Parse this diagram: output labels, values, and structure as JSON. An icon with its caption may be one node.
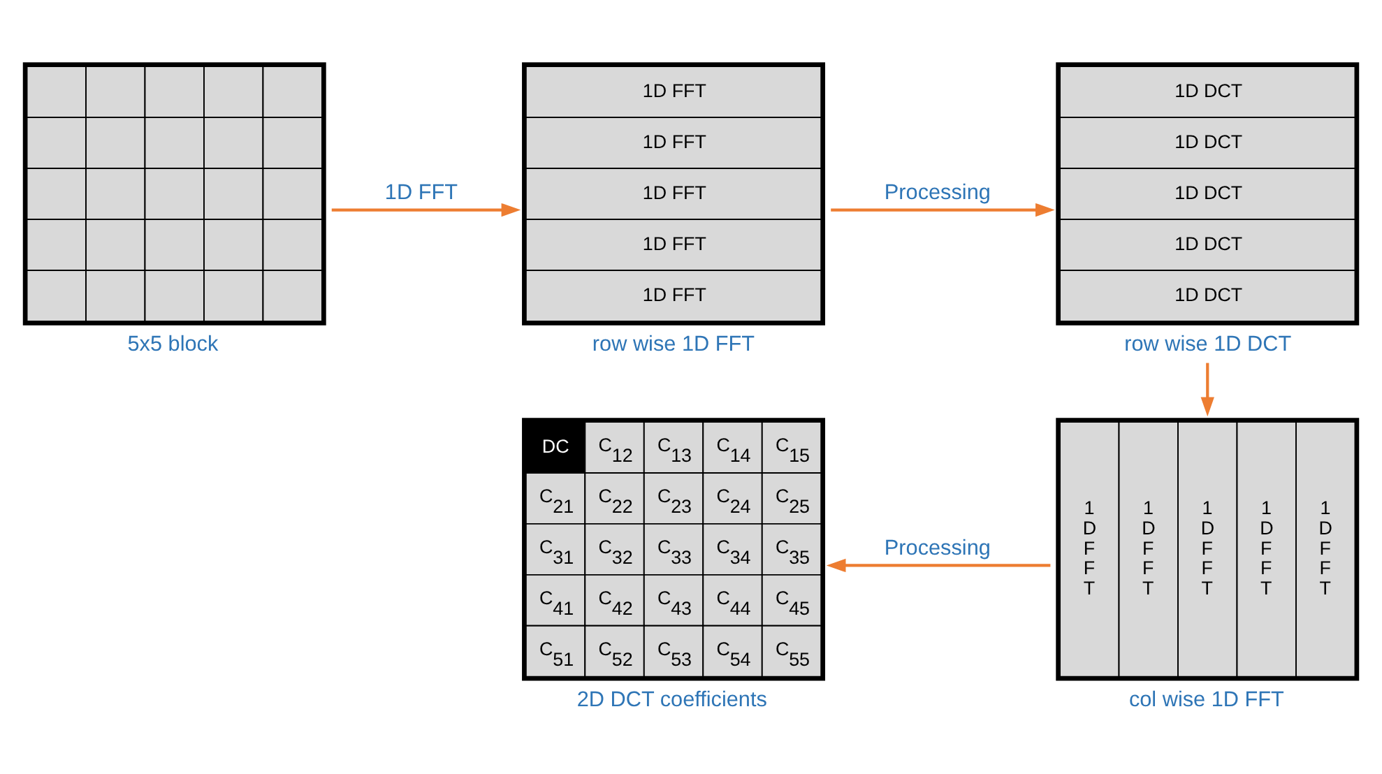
{
  "diagram": {
    "nodes": [
      {
        "text": [],
        "shape": "grid",
        "beside": [
          "5x5 block"
        ]
      },
      {
        "text": [
          "1D FFT",
          "1D FFT",
          "1D FFT",
          "1D FFT",
          "1D FFT"
        ],
        "beside": [
          "row wise 1D FFT"
        ]
      },
      {
        "text": [
          "1D DCT",
          "1D DCT",
          "1D DCT",
          "1D DCT",
          "1D DCT"
        ],
        "beside": [
          "row wise 1D DCT"
        ]
      },
      {
        "text": [
          "1 D F F T",
          "1 D F F T",
          "1 D F F T",
          "1 D F F T",
          "1 D F F T"
        ],
        "beside": [
          "col wise 1D FFT"
        ]
      },
      {
        "text": [
          "DC",
          "C$_{12}$",
          "C$_{13}$",
          "C$_{14}$",
          "C$_{15}$",
          "C$_{21}$",
          "C$_{22}$",
          "C$_{23}$",
          "C$_{24}$",
          "C$_{25}$",
          "C$_{31}$",
          "C$_{32}$",
          "C$_{33}$",
          "C$_{34}$",
          "C$_{35}$",
          "C$_{41}$",
          "C$_{42}$",
          "C$_{43}$",
          "C$_{44}$",
          "C$_{45}$",
          "C$_{51}$",
          "C$_{52}$",
          "C$_{53}$",
          "C$_{54}$",
          "C$_{55}$"
        ],
        "beside": [
          "2D DCT coefficients"
        ]
      }
    ],
    "edges": [
      {
        "from": 0,
        "to": 1,
        "arrow": "to",
        "label": "1D FFT"
      },
      {
        "from": 1,
        "to": 2,
        "arrow": "to",
        "label": "Processing"
      },
      {
        "from": 2,
        "to": 3,
        "arrow": "to"
      },
      {
        "from": 3,
        "to": 4,
        "arrow": "to",
        "label": "Processing"
      }
    ]
  }
}
